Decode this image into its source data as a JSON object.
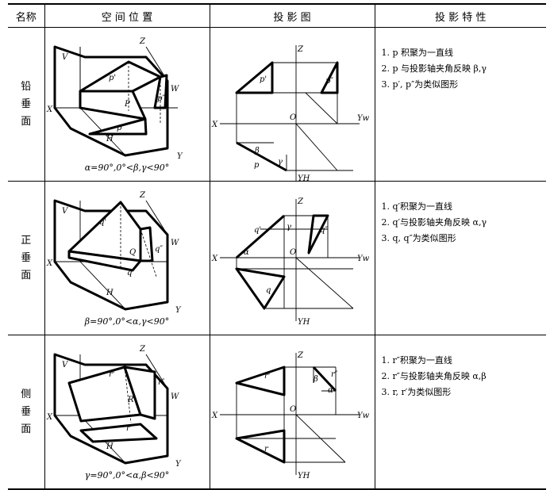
{
  "header": {
    "col_name": "名称",
    "col_spatial": "空 间 位 置",
    "col_projection": "投 影 图",
    "col_properties": "投 影 特 性"
  },
  "rows": [
    {
      "name": [
        "铅",
        "垂",
        "面"
      ],
      "plane": "P",
      "proj_v": "p'",
      "proj_h": "p",
      "proj_w": "p″",
      "angle1": "β",
      "angle2": "γ",
      "condition": "α=90°,0°<β,γ<90°",
      "properties": [
        "1. p 积聚为一直线",
        "2. p 与投影轴夹角反映 β,γ",
        "3. p′, p″为类似图形"
      ]
    },
    {
      "name": [
        "正",
        "垂",
        "面"
      ],
      "plane": "Q",
      "proj_v": "q'",
      "proj_h": "q",
      "proj_w": "q″",
      "angle1": "α",
      "angle2": "γ",
      "condition": "β=90°,0°<α,γ<90°",
      "properties": [
        "1. q′积聚为一直线",
        "2. q′与投影轴夹角反映 α,γ",
        "3. q, q″为类似图形"
      ]
    },
    {
      "name": [
        "侧",
        "垂",
        "面"
      ],
      "plane": "R",
      "proj_v": "r'",
      "proj_h": "r",
      "proj_w": "r″",
      "angle1": "β",
      "angle2": "α",
      "condition": "γ=90°,0°<α,β<90°",
      "properties": [
        "1. r″积聚为一直线",
        "2. r″与投影轴夹角反映 α,β",
        "3. r, r′为类似图形"
      ]
    }
  ],
  "axes": {
    "x": "X",
    "y": "Y",
    "z": "Z",
    "yw": "Yw",
    "yh": "YH",
    "o": "O",
    "v": "V",
    "h": "H",
    "w": "W"
  }
}
